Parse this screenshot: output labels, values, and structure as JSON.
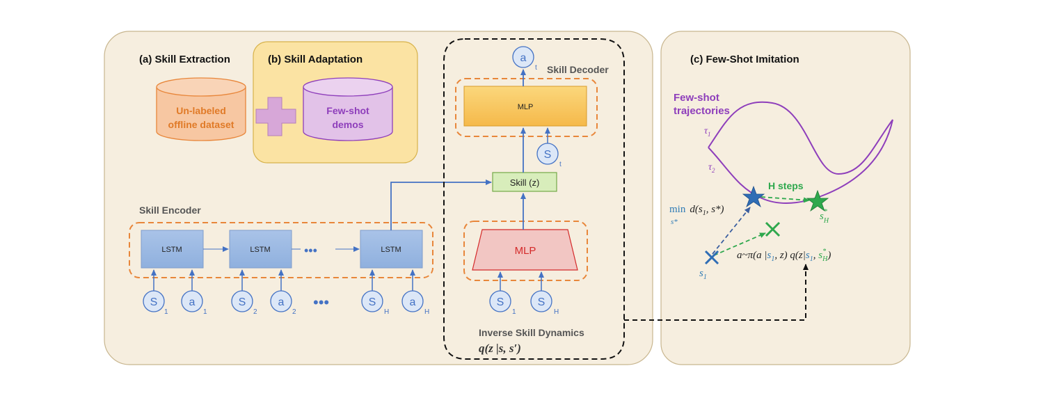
{
  "panels": {
    "skill_extraction_title": "(a) Skill Extraction",
    "skill_adaptation_title": "(b) Skill Adaptation",
    "few_shot_imitation_title": "(c) Few-Shot Imitation"
  },
  "datasets": {
    "offline_line1": "Un-labeled",
    "offline_line2": "offline dataset",
    "demos_line1": "Few-shot",
    "demos_line2": "demos"
  },
  "encoder": {
    "title": "Skill Encoder",
    "lstm_label": "LSTM",
    "dots": "•••",
    "inputs": [
      {
        "letter": "S",
        "sub": "1"
      },
      {
        "letter": "a",
        "sub": "1"
      },
      {
        "letter": "S",
        "sub": "2"
      },
      {
        "letter": "a",
        "sub": "2"
      },
      {
        "letter": "S",
        "sub": "H"
      },
      {
        "letter": "a",
        "sub": "H"
      }
    ]
  },
  "decoder": {
    "title": "Skill Decoder",
    "mlp_label": "MLP",
    "skill_label": "Skill (z)",
    "output": {
      "letter": "a",
      "sub": "t"
    },
    "state_input": {
      "letter": "S",
      "sub": "t"
    }
  },
  "inverse": {
    "title": "Inverse Skill Dynamics",
    "formula_q": "q",
    "formula_args": "(z |s, s′)",
    "mlp_label": "MLP",
    "inputs": [
      {
        "letter": "S",
        "sub": "1"
      },
      {
        "letter": "S",
        "sub": "H"
      }
    ]
  },
  "imitation": {
    "traj_line1": "Few-shot",
    "traj_line2": "trajectories",
    "tau1": "τ",
    "tau1_sub": "1",
    "tau2": "τ",
    "tau2_sub": "2",
    "h_steps": "H steps",
    "min_label": "min",
    "min_sub": "s*",
    "dist_label": "d(s",
    "dist_sub": "1",
    "dist_tail": ", s*)",
    "s1_label": "s",
    "s1_sub": "1",
    "sh_label": "s",
    "sh_sup": "*",
    "sh_sub": "H",
    "policy_a": "a~π(a |",
    "policy_s1": "s",
    "policy_s1_sub": "1",
    "policy_mid": ", z) q(z|",
    "policy_s2": "s",
    "policy_s2_sub": "1",
    "policy_comma": ", ",
    "policy_sh": "s",
    "policy_sh_sup": "*",
    "policy_sh_sub": "H",
    "policy_end": ")"
  },
  "colors": {
    "panel_fill": "#f6eedf",
    "panel_stroke": "#c8b68f",
    "adapt_fill": "#fbe3a3",
    "adapt_stroke": "#d7b24a",
    "orange": "#e8863a",
    "orange_fill": "#f7c7a2",
    "purple": "#8e3ebb",
    "purple_fill": "#e2c2e8",
    "cross_fill": "#d7a7d8",
    "blue": "#4472c4",
    "blue_box": "#9fbce4",
    "circle_fill": "#dce7f7",
    "mlp_fill": "#f7c45d",
    "green_fill": "#d8edbb",
    "green_stroke": "#74a848",
    "red": "#d42a2a",
    "red_fill": "#f2c6c3",
    "green": "#2ea84d",
    "teal": "#2f7bb5"
  }
}
